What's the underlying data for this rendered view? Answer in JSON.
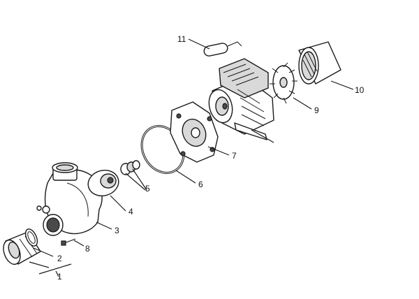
{
  "callouts": [
    {
      "id": "1",
      "text": "1"
    },
    {
      "id": "2",
      "text": "2"
    },
    {
      "id": "3",
      "text": "3"
    },
    {
      "id": "4",
      "text": "4"
    },
    {
      "id": "5",
      "text": "5"
    },
    {
      "id": "6",
      "text": "6"
    },
    {
      "id": "7",
      "text": "7"
    },
    {
      "id": "8",
      "text": "8"
    },
    {
      "id": "9",
      "text": "9"
    },
    {
      "id": "10",
      "text": "10"
    },
    {
      "id": "11",
      "text": "11"
    }
  ],
  "colors": {
    "line": "#1a1a1a",
    "shade": "#d9d9d9",
    "background": "#ffffff"
  }
}
